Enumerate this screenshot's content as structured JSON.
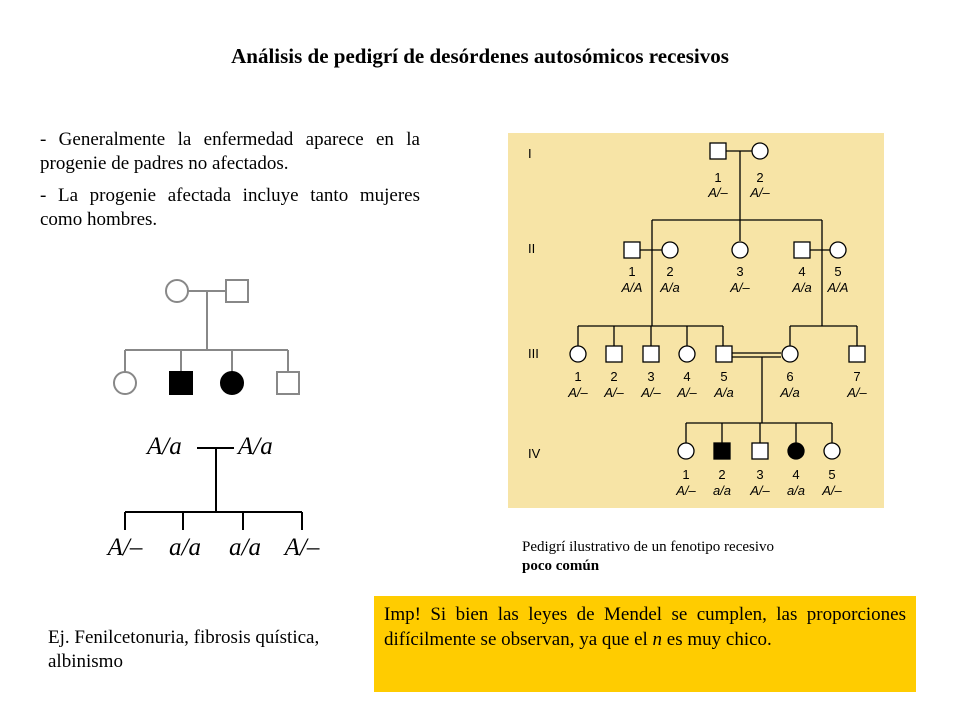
{
  "title": "Análisis de pedigrí de desórdenes autosómicos recesivos",
  "bullets": [
    "- Generalmente la enfermedad aparece en la progenie de padres no afectados.",
    "- La progenie afectada incluye tanto mujeres como hombres."
  ],
  "left_pedigree": {
    "parents_genotypes": [
      "A/a",
      "A/a"
    ],
    "offspring_genotypes": [
      "A/–",
      "a/a",
      "a/a",
      "A/–"
    ]
  },
  "example": "Ej. Fenilcetonuria, fibrosis quística, albinismo",
  "right_pedigree": {
    "background_color": "#f7e4a6",
    "generations": [
      "I",
      "II",
      "III",
      "IV"
    ],
    "gen1": [
      {
        "num": "1",
        "geno": "A/–"
      },
      {
        "num": "2",
        "geno": "A/–"
      }
    ],
    "gen2": [
      {
        "num": "1",
        "geno": "A/A"
      },
      {
        "num": "2",
        "geno": "A/a"
      },
      {
        "num": "3",
        "geno": "A/–"
      },
      {
        "num": "4",
        "geno": "A/a"
      },
      {
        "num": "5",
        "geno": "A/A"
      }
    ],
    "gen3": [
      {
        "num": "1",
        "geno": "A/–"
      },
      {
        "num": "2",
        "geno": "A/–"
      },
      {
        "num": "3",
        "geno": "A/–"
      },
      {
        "num": "4",
        "geno": "A/–"
      },
      {
        "num": "5",
        "geno": "A/a"
      },
      {
        "num": "6",
        "geno": "A/a"
      },
      {
        "num": "7",
        "geno": "A/–"
      }
    ],
    "gen4": [
      {
        "num": "1",
        "geno": "A/–"
      },
      {
        "num": "2",
        "geno": "a/a"
      },
      {
        "num": "3",
        "geno": "A/–"
      },
      {
        "num": "4",
        "geno": "a/a"
      },
      {
        "num": "5",
        "geno": "A/–"
      }
    ]
  },
  "caption": {
    "line1": "Pedigrí ilustrativo de un fenotipo recesivo",
    "line2": "poco común"
  },
  "note": {
    "before": "Imp! Si bien las leyes de Mendel se cumplen, las proporciones difícilmente se observan, ya que el ",
    "italic": "n",
    "after": " es muy chico."
  },
  "colors": {
    "note_background": "#ffcc00",
    "line_gray": "#888888"
  }
}
